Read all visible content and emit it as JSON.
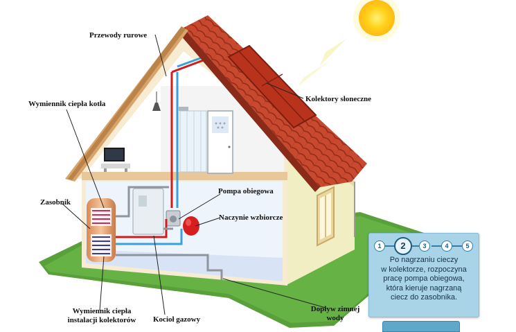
{
  "labels": {
    "pipes": "Przewody rurowe",
    "collectors": "Kolektory słoneczne",
    "boiler_exchanger": "Wymiennik ciepła kotła",
    "tank": "Zasobnik",
    "pump": "Pompa obiegowa",
    "expansion_vessel": "Naczynie wzbiorcze",
    "collector_exchanger_1": "Wymiennik ciepła",
    "collector_exchanger_2": "instalacji kolektorów",
    "gas_boiler": "Kocioł gazowy",
    "cold_water_1": "Dopływ zimnej",
    "cold_water_2": "wody"
  },
  "panel": {
    "steps": [
      "1",
      "2",
      "3",
      "4",
      "5"
    ],
    "active_step": 2,
    "description_lines": [
      "Po nagrzaniu cieczy",
      "w kolektorze, rozpoczyna",
      "pracę pompa obiegowa,",
      "która kieruje nagrzaną",
      "ciecz do zasobnika."
    ]
  },
  "colors": {
    "sky_sun": "#ffd21a",
    "roof_tiles": "#c8472e",
    "solar_panel": "#b8321c",
    "grass": "#5aa03a",
    "hot_pipe": "#cc1e1e",
    "cold_pipe": "#3aa0d8",
    "panel_bg": "#a9d3e6"
  }
}
